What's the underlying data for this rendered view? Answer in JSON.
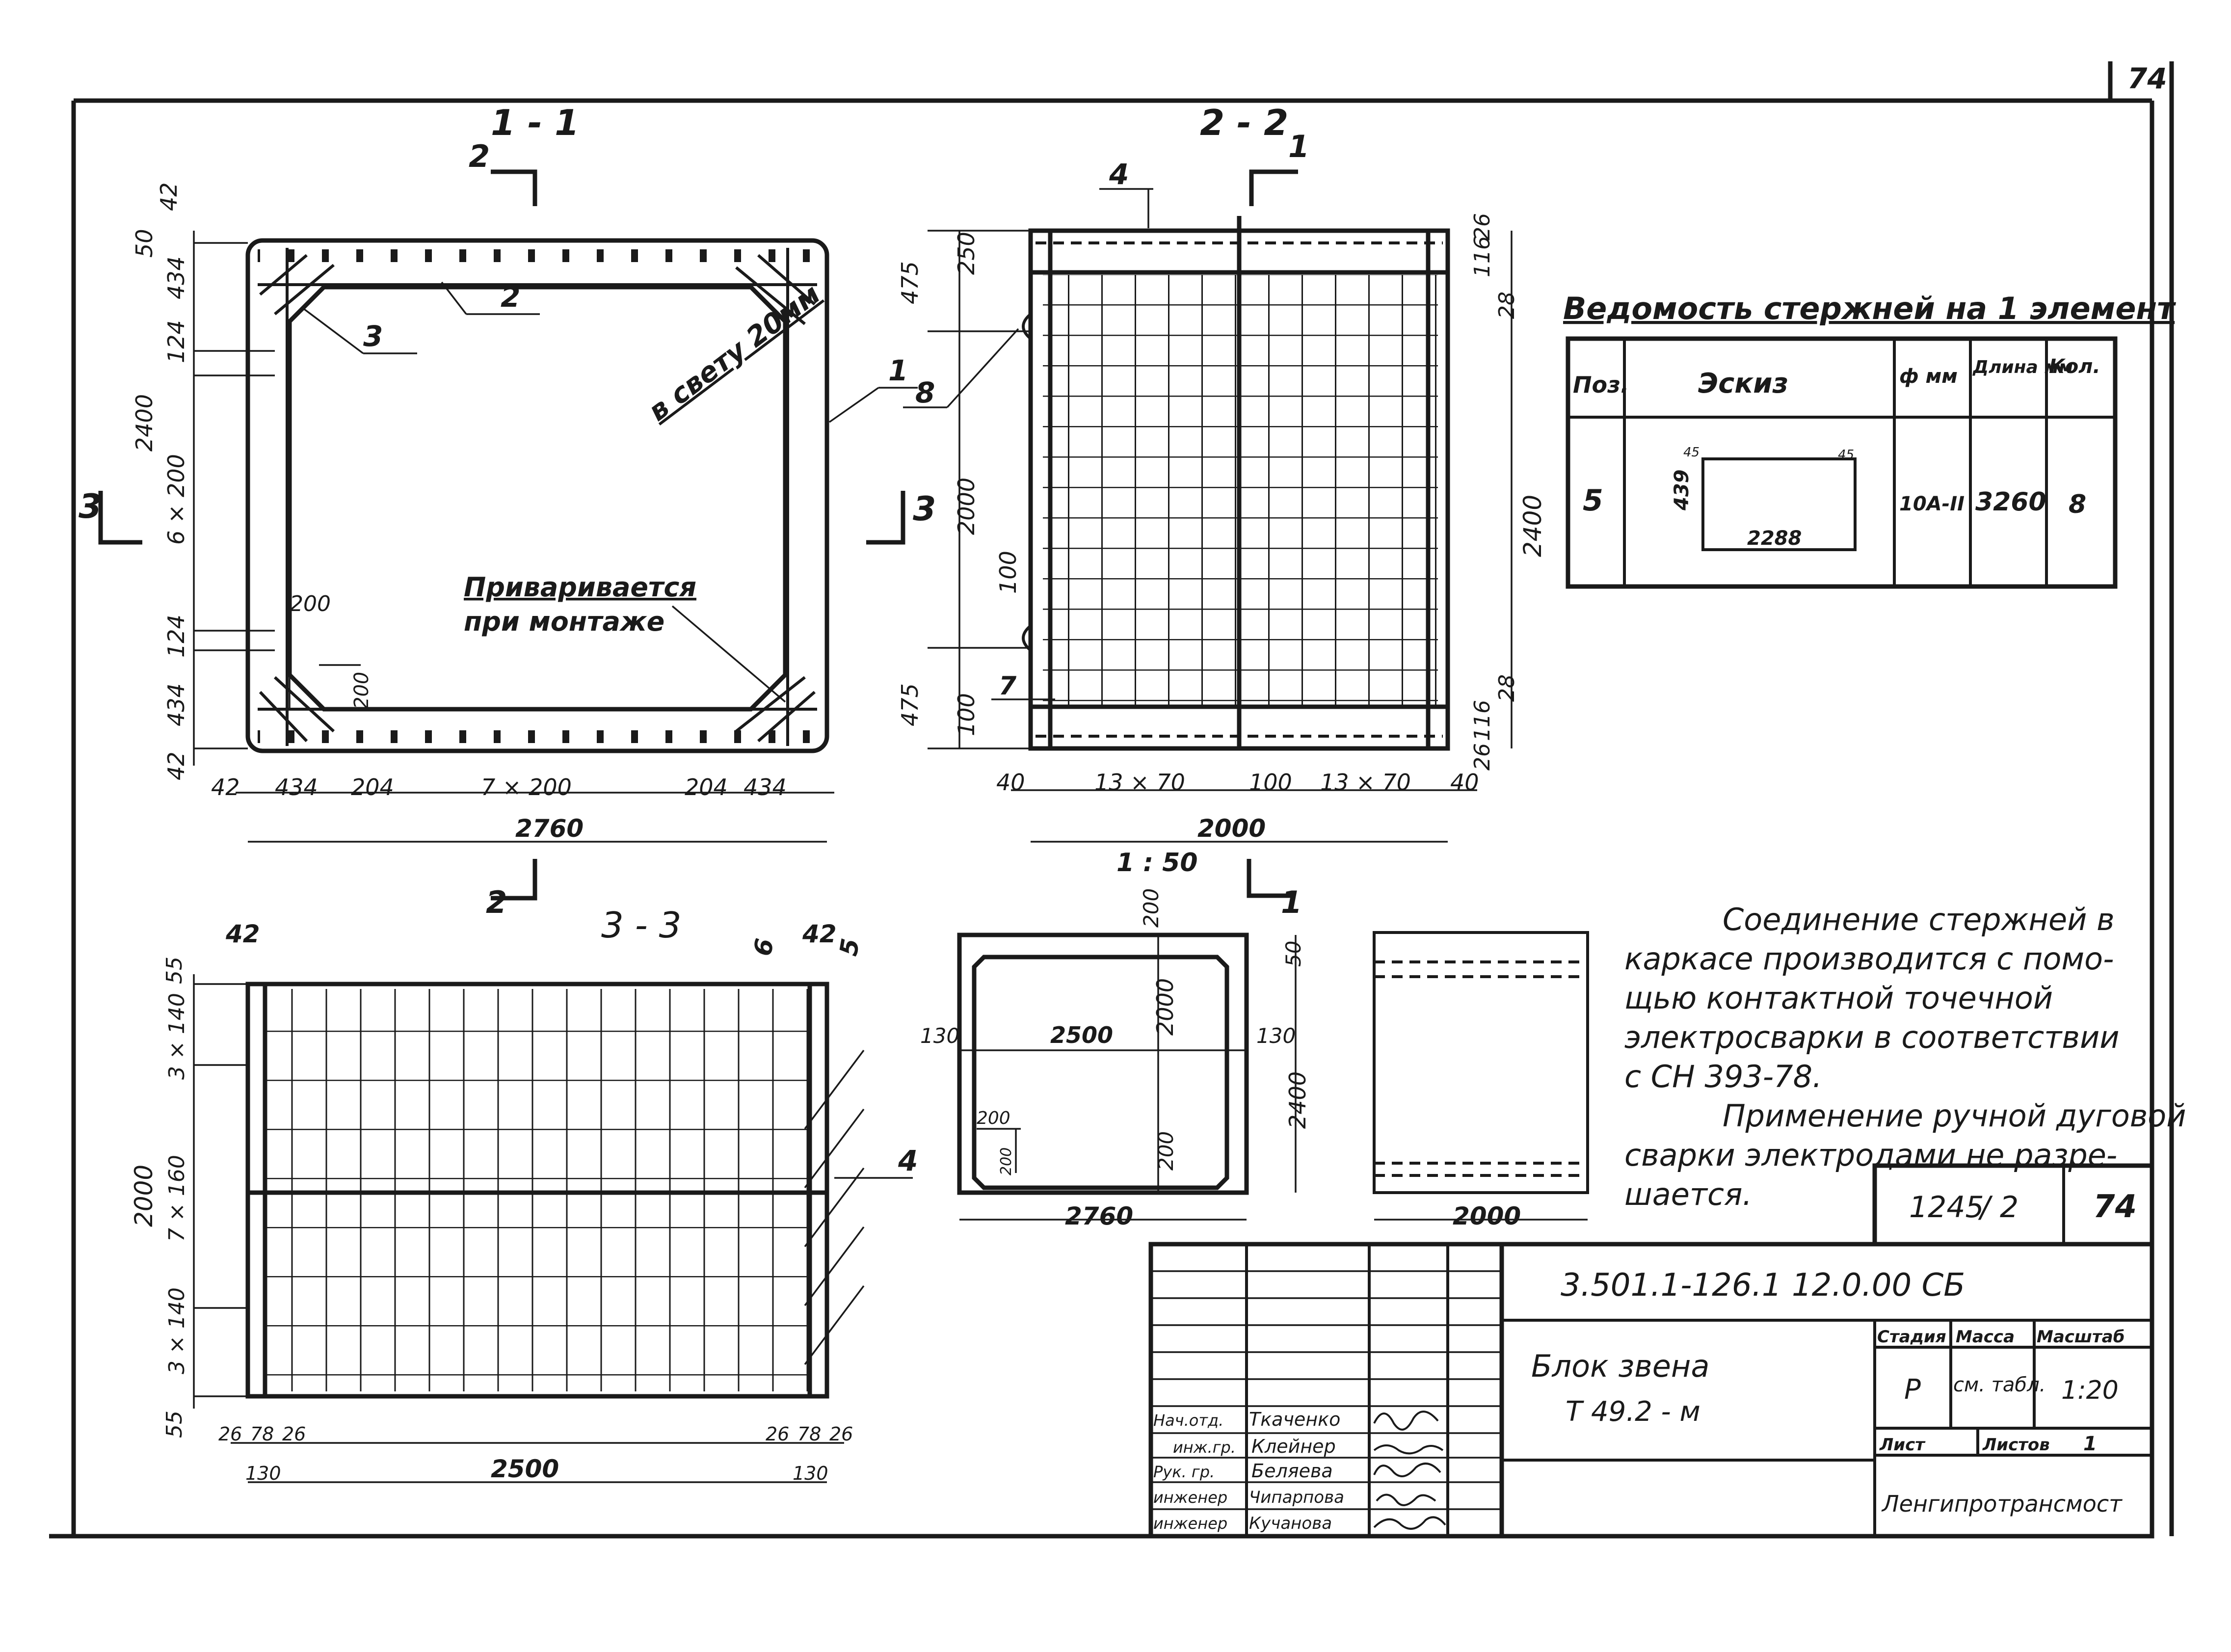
{
  "sheet_number": "74",
  "views": {
    "sec11": {
      "title": "1 - 1",
      "cut_mark_top": "2",
      "cut_mark_bottom": "2",
      "side_cut": "3",
      "dims_left": [
        "42",
        "50",
        "434",
        "124",
        "2400",
        "6 × 200",
        "124",
        "434",
        "42"
      ],
      "dims_bottom": [
        "42",
        "434",
        "204",
        "7 × 200",
        "204",
        "434"
      ],
      "overall": "2760",
      "corner_200_h": "200",
      "corner_200_v": "200",
      "labels": [
        "1",
        "2",
        "3"
      ],
      "note_clear": "в свету 20мм",
      "note_weld": [
        "Приваривается",
        "при монтаже"
      ]
    },
    "sec22": {
      "title": "2 - 2",
      "cut_mark_top": "1",
      "cut_mark_bottom": "1",
      "side_cut": "3",
      "dims_left": [
        "475",
        "250",
        "2000",
        "100",
        "475",
        "100"
      ],
      "dims_right": [
        "26",
        "116",
        "28",
        "2400",
        "28",
        "116",
        "26"
      ],
      "dims_bottom": [
        "40",
        "13 × 70",
        "100",
        "13 × 70",
        "40"
      ],
      "overall": "2000",
      "scale": "1 : 50",
      "labels": [
        "4",
        "8",
        "7"
      ]
    },
    "sec33": {
      "title": "3 - 3",
      "dims_left": [
        "55",
        "3 × 140",
        "2000",
        "7 × 160",
        "3 × 140",
        "55"
      ],
      "dims_top": [
        "42",
        "6",
        "42",
        "5"
      ],
      "dims_bottom": [
        "26",
        "78",
        "26",
        "26",
        "78",
        "26"
      ],
      "end_dims": [
        "130",
        "130"
      ],
      "overall": "2500",
      "labels": [
        "4"
      ]
    },
    "scheme_front": {
      "dims": [
        "200",
        "50",
        "130",
        "2500",
        "130",
        "2000",
        "2400",
        "200",
        "200",
        "200"
      ],
      "overall": "2760"
    },
    "scheme_side": {
      "overall": "2000"
    }
  },
  "rebar_schedule": {
    "title": "Ведомость стержней на 1 элемент",
    "headers": [
      "Поз.",
      "Эскиз",
      "ф мм",
      "Длина мм",
      "Кол."
    ],
    "rows": [
      {
        "pos": "5",
        "sketch_dims": [
          "439",
          "2288",
          "45",
          "45"
        ],
        "diam": "10А-II",
        "length": "3260",
        "qty": "8"
      }
    ]
  },
  "notes": [
    "Соединение стержней в",
    "каркасе производится с помо-",
    "щью контактной точечной",
    "электросварки в соответствии",
    "с СН 393-78.",
    "Применение ручной дуговой",
    "сварки электродами не разре-",
    "шается."
  ],
  "stamp_small": {
    "doc": "1245",
    "part": "2",
    "sheet": "74"
  },
  "title_block": {
    "code": "3.501.1-126.1 12.0.00 СБ",
    "name_line1": "Блок звена",
    "name_line2": "Т 49.2 - м",
    "stage_header": "Стадия",
    "mass_header": "Масса",
    "scale_header": "Масштаб",
    "stage": "Р",
    "mass": "см. табл.",
    "scale": "1:20",
    "sheet_label": "Лист",
    "sheets_label": "Листов",
    "sheets_value": "1",
    "organization": "Ленгипротрансмост",
    "signatures": [
      {
        "role": "Нач.отд.",
        "name": "Ткаченко"
      },
      {
        "role": "инж.гр.",
        "name": "Клейнер"
      },
      {
        "role": "Рук. гр.",
        "name": "Беляева"
      },
      {
        "role": "инженер",
        "name": "Чипарпова"
      },
      {
        "role": "инженер",
        "name": "Кучанова"
      }
    ]
  }
}
